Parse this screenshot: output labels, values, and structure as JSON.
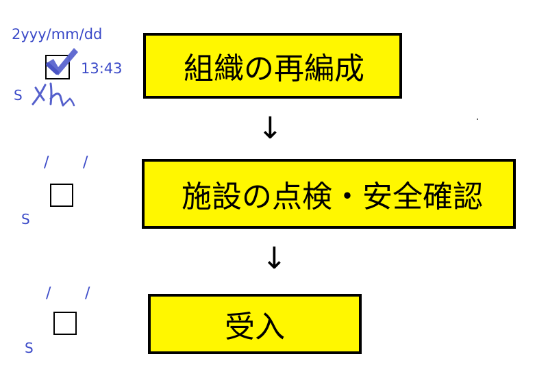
{
  "flow": {
    "step1": "組織の再編成",
    "arrow1": "↓",
    "step2": "施設の点検・安全確認",
    "arrow2": "↓",
    "step3": "受入"
  },
  "checklist": {
    "row1": {
      "date": "2yyy/mm/dd",
      "time": "13:43",
      "sig_label": "S",
      "checked": true
    },
    "row2": {
      "slash1": "/",
      "slash2": "/",
      "sig_label": "S",
      "checked": false
    },
    "row3": {
      "slash1": "/",
      "slash2": "/",
      "sig_label": "S",
      "checked": false
    }
  },
  "colors": {
    "box_fill": "#fff700",
    "annotation_blue": "#3b4ac8",
    "check_blue": "#5a64cf"
  }
}
